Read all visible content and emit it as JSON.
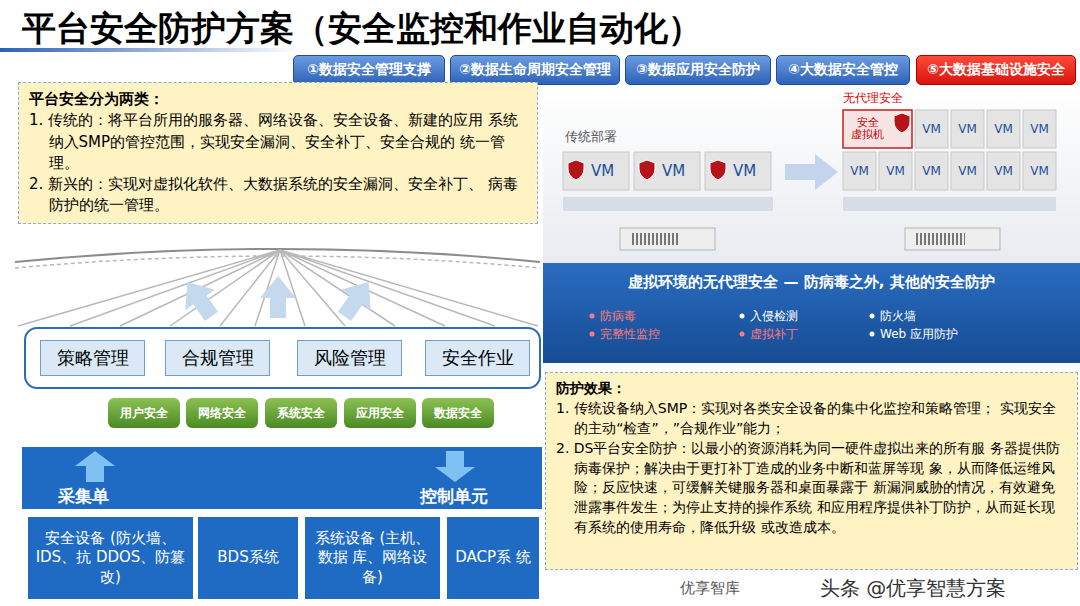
{
  "diagram": {
    "title": "平台安全防护方案（安全监控和作业自动化）",
    "nodes": [
      {
        "text": [
          "①数据安全管理支撑"
        ]
      },
      {
        "text": [
          "②数据生命周期安全管理"
        ]
      },
      {
        "text": [
          "③数据应用安全防护"
        ]
      },
      {
        "text": [
          "④大数据安全管控"
        ]
      },
      {
        "text": [
          "⑤大数据基础设施安全"
        ]
      },
      {
        "text": [
          "平台安全分为两类：",
          "1. 传统的：将平台所用的服务器、网络设备、安全设备、新建的应用 系统纳入SMP的管控范围，实现安全漏洞、安全补丁、安全合规的 统一管理。",
          "2. 新兴的：实现对虚拟化软件、大数据系统的安全漏洞、安全补丁、 病毒防护的统一管理。"
        ]
      },
      {
        "text": [
          "VM"
        ]
      },
      {
        "text": [
          "VM"
        ]
      },
      {
        "text": [
          "VM"
        ]
      },
      {
        "text": [
          "安全 虚拟机"
        ]
      },
      {
        "text": [
          "VM"
        ]
      },
      {
        "text": [
          "VM"
        ]
      },
      {
        "text": [
          "VM"
        ]
      },
      {
        "text": [
          "VM"
        ]
      },
      {
        "text": [
          "VM"
        ]
      },
      {
        "text": [
          "VM"
        ]
      },
      {
        "text": [
          "VM"
        ]
      },
      {
        "text": [
          "VM"
        ]
      },
      {
        "text": [
          "VM"
        ]
      },
      {
        "text": [
          "VM"
        ]
      },
      {
        "text": [
          "虚拟环境的无代理安全 — 防病毒之外, 其他的安全防护",
          "防病毒",
          "入侵检测",
          "防火墙",
          "完整性监控",
          "虚拟补丁",
          "Web 应用防护"
        ]
      },
      {
        "text": [
          "策略管理"
        ]
      },
      {
        "text": [
          "合规管理"
        ]
      },
      {
        "text": [
          "风险管理"
        ]
      },
      {
        "text": [
          "安全作业"
        ]
      },
      {
        "text": [
          "用户安全"
        ]
      },
      {
        "text": [
          "网络安全"
        ]
      },
      {
        "text": [
          "系统安全"
        ]
      },
      {
        "text": [
          "应用安全"
        ]
      },
      {
        "text": [
          "数据安全"
        ]
      },
      {
        "text": [
          "采集单",
          "控制单元"
        ]
      },
      {
        "text": [
          "安全设备 (防火墙、IDS、抗 DDOS、防篡改)"
        ]
      },
      {
        "text": [
          "BDS系统"
        ]
      },
      {
        "text": [
          "系统设备 (主机、数据 库、网络设备)"
        ]
      },
      {
        "text": [
          "DACP系 统"
        ]
      },
      {
        "text": [
          "防护效果：",
          "1. 传统设备纳入SMP：实现对各类安全设备的集中化监控和策略管理； 实现安全的主动“检查”，”合规作业”能力；",
          "2. DS平台安全防护：以最小的资源消耗为同一硬件虚拟出来的所有服 务器提供防病毒保护；解决由于更打补丁造成的业务中断和蓝屏等现 象，从而降低运维风险；反应快速，可缓解关键服务器和桌面暴露于 新漏洞威胁的情况，有效避免泄露事件发生；为停止支持的操作系统 和应用程序提供补丁防护，从而延长现有系统的使用寿命，降低升级 或改造成本。"
        ]
      }
    ],
    "labels": [
      "传统部署",
      "无代理安全",
      "优享智库",
      "头条 @优享智慧方案"
    ]
  }
}
